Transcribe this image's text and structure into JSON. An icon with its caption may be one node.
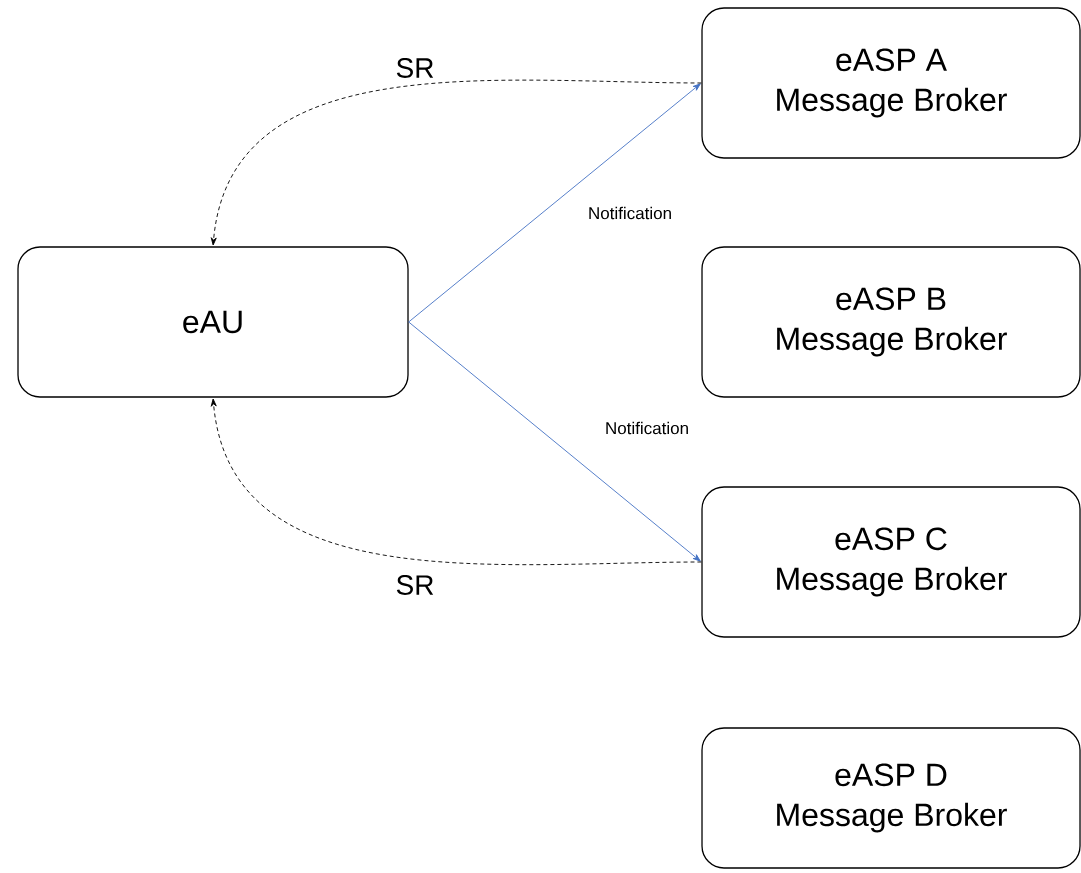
{
  "diagram": {
    "nodes": [
      {
        "text": [
          "eAU"
        ]
      },
      {
        "text": [
          "eASP A",
          "Message Broker"
        ]
      },
      {
        "text": [
          "eASP B",
          "Message Broker"
        ]
      },
      {
        "text": [
          "eASP C",
          "Message Broker"
        ]
      },
      {
        "text": [
          "eASP D",
          "Message Broker"
        ]
      }
    ],
    "edges": [
      {
        "from": 0,
        "to": 1,
        "arrow": "to",
        "label": "Notification",
        "color": "#4472c4"
      },
      {
        "from": 0,
        "to": 3,
        "arrow": "to",
        "label": "Notification",
        "color": "#4472c4"
      },
      {
        "from": 1,
        "to": 0,
        "arrow": "to",
        "label": "SR",
        "style": "dashed",
        "color": "#000000"
      },
      {
        "from": 3,
        "to": 0,
        "arrow": "to",
        "label": "SR",
        "style": "dashed",
        "color": "#000000"
      }
    ]
  }
}
